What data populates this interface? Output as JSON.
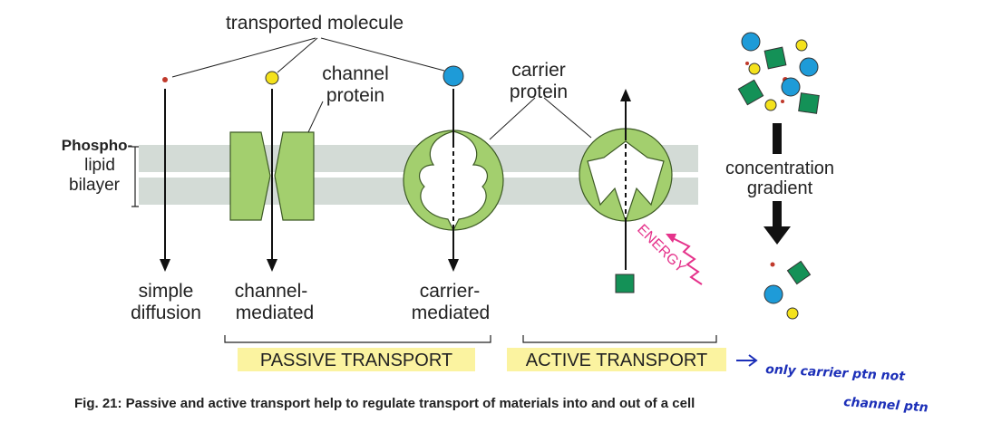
{
  "labels": {
    "transported_molecule": "transported molecule",
    "channel_protein_line1": "channel",
    "channel_protein_line2": "protein",
    "carrier_protein_line1": "carrier",
    "carrier_protein_line2": "protein",
    "bilayer_line1": "Phospho-",
    "bilayer_line2": "lipid",
    "bilayer_line3": "bilayer",
    "gradient_line1": "concentration",
    "gradient_line2": "gradient",
    "energy": "ENERGY",
    "simple_line1": "simple",
    "simple_line2": "diffusion",
    "channel_line1": "channel-",
    "channel_line2": "mediated",
    "carrier_line1": "carrier-",
    "carrier_line2": "mediated",
    "passive": "PASSIVE TRANSPORT",
    "active": "ACTIVE TRANSPORT",
    "caption": "Fig. 21: Passive and active transport help to regulate transport of materials into and out of a cell",
    "note_line1": "only carrier ptn not",
    "note_line2": "channel ptn"
  },
  "colors": {
    "membrane": "#d3dbd6",
    "protein": "#a3cf6e",
    "protein_stroke": "#3d5a25",
    "molecule_small": "#c0392b",
    "molecule_yellow": "#f4e21c",
    "molecule_blue": "#1e9bd8",
    "molecule_green": "#149157",
    "energy": "#e5338b",
    "highlight": "#fbf3a0",
    "handwriting": "#1c2fb8"
  }
}
